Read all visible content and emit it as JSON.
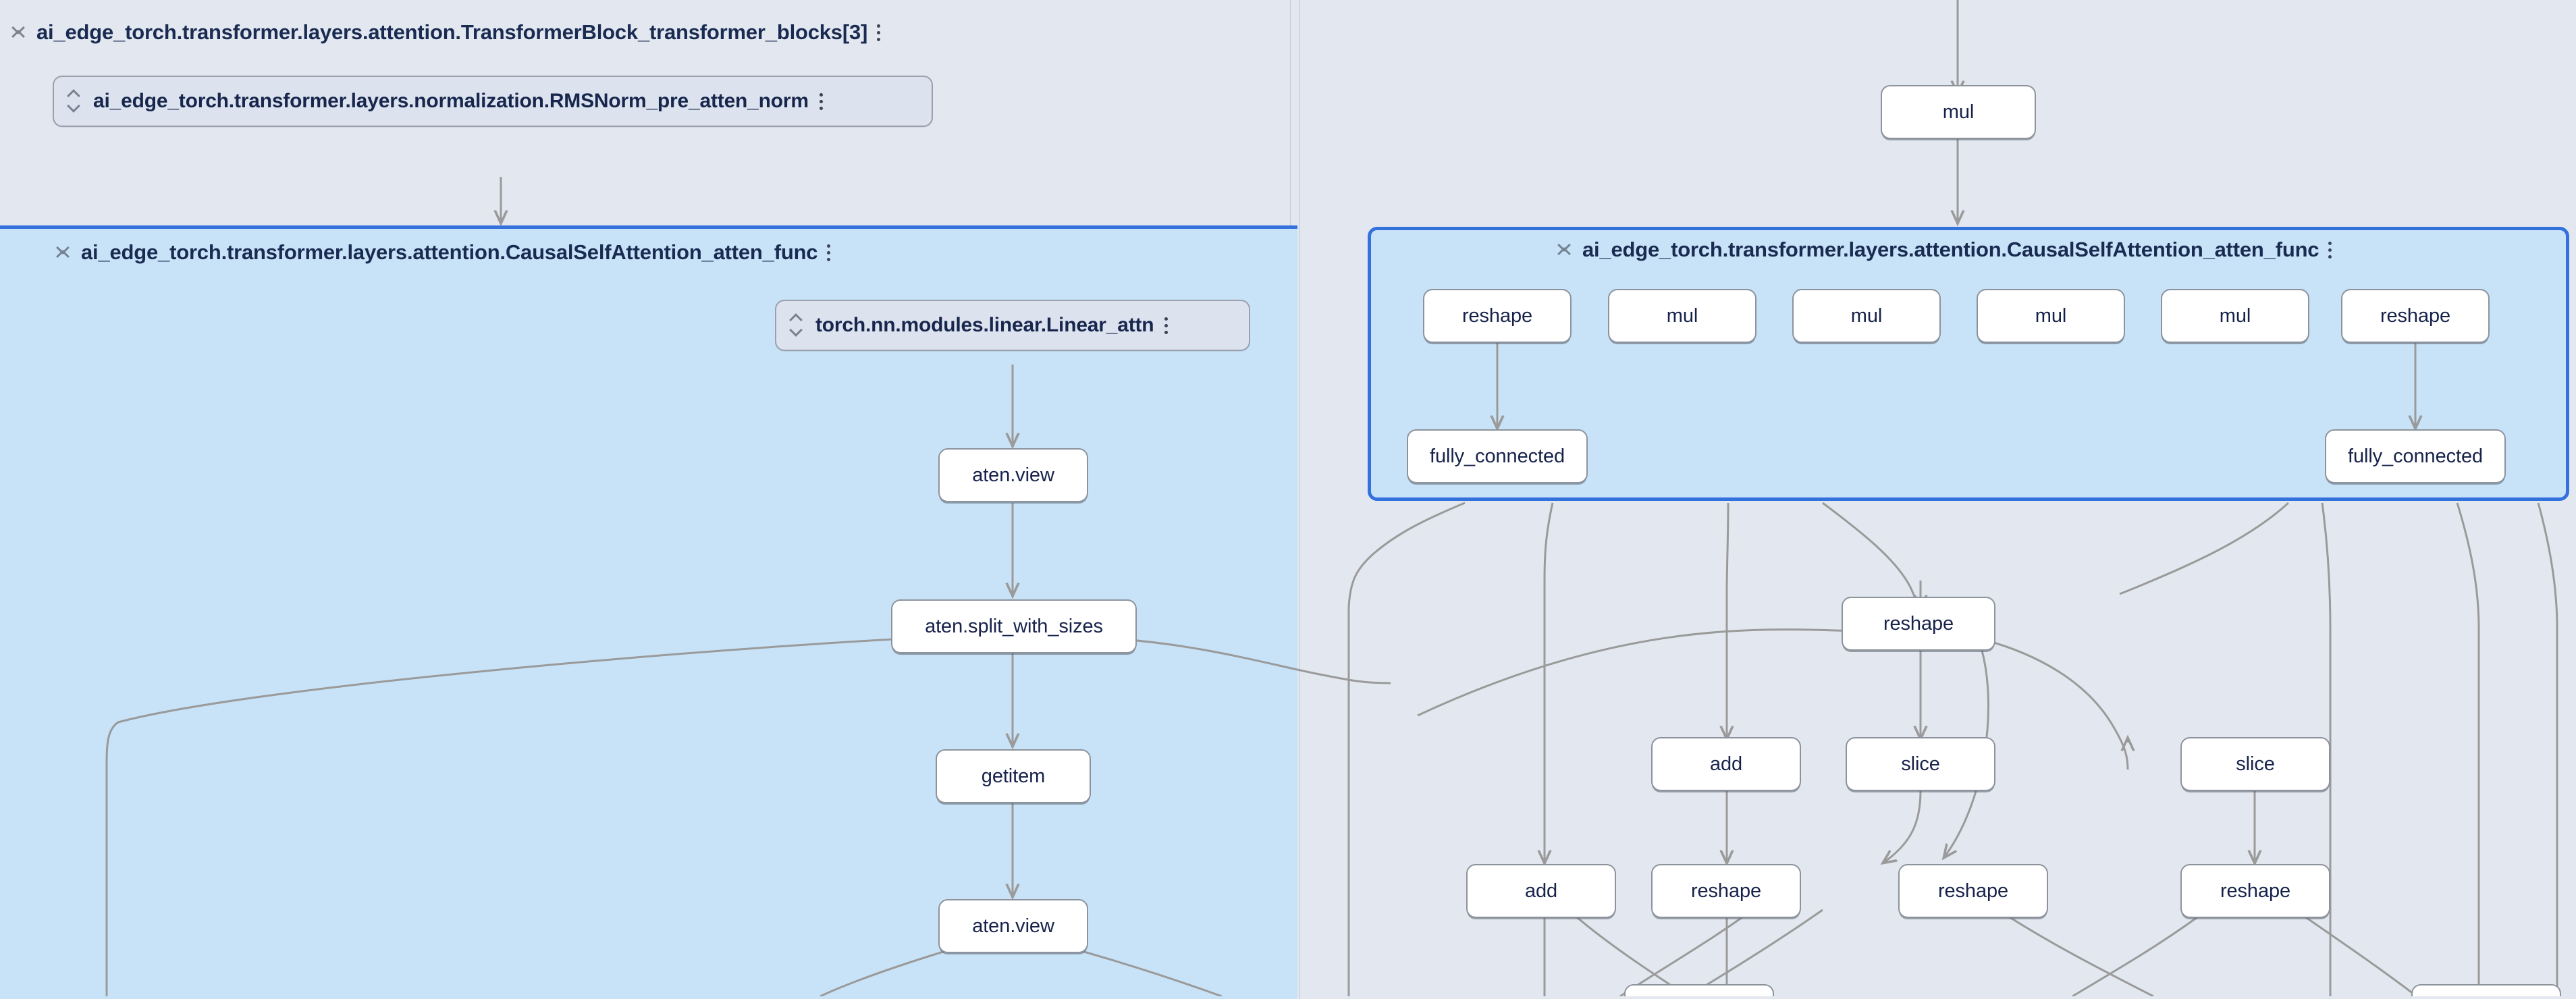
{
  "app": {
    "name": "model-graph-explorer",
    "canvas_background": "#e3e8f0",
    "selected_group_fill": "#c8e3f8",
    "selection_stroke": "#3372dc",
    "node_fill": "#ffffff",
    "node_stroke": "#8d939d",
    "edge_color": "#9a9a9a",
    "text_color": "#16224a"
  },
  "groups": [
    {
      "id": "transformer-block",
      "label": "ai_edge_torch.transformer.layers.attention.TransformerBlock_transformer_blocks[3]",
      "collapse_icon": "collapse-icon",
      "menu_icon": "more-vertical-icon",
      "state": "expanded",
      "selected": false
    },
    {
      "id": "causal-self-attention-left",
      "label": "ai_edge_torch.transformer.layers.attention.CausalSelfAttention_atten_func",
      "collapse_icon": "collapse-icon",
      "menu_icon": "more-vertical-icon",
      "state": "expanded",
      "selected": true
    },
    {
      "id": "causal-self-attention-right",
      "label": "ai_edge_torch.transformer.layers.attention.CausalSelfAttention_atten_func",
      "collapse_icon": "collapse-icon",
      "menu_icon": "more-vertical-icon",
      "state": "expanded",
      "selected": true
    }
  ],
  "pills": [
    {
      "id": "rmsnorm",
      "label": "ai_edge_torch.transformer.layers.normalization.RMSNorm_pre_atten_norm",
      "expand_icon": "expand-icon",
      "menu_icon": "more-vertical-icon"
    },
    {
      "id": "linear-attn",
      "label": "torch.nn.modules.linear.Linear_attn",
      "expand_icon": "expand-icon",
      "menu_icon": "more-vertical-icon"
    }
  ],
  "nodes": [
    {
      "id": "n-mul-top",
      "label": "mul"
    },
    {
      "id": "n-reshape-l",
      "label": "reshape"
    },
    {
      "id": "n-mul-1",
      "label": "mul"
    },
    {
      "id": "n-mul-2",
      "label": "mul"
    },
    {
      "id": "n-mul-3",
      "label": "mul"
    },
    {
      "id": "n-mul-4",
      "label": "mul"
    },
    {
      "id": "n-reshape-r",
      "label": "reshape"
    },
    {
      "id": "n-fc-l",
      "label": "fully_connected"
    },
    {
      "id": "n-fc-r",
      "label": "fully_connected"
    },
    {
      "id": "n-aten-view-1",
      "label": "aten.view"
    },
    {
      "id": "n-split",
      "label": "aten.split_with_sizes"
    },
    {
      "id": "n-getitem",
      "label": "getitem"
    },
    {
      "id": "n-aten-view-2",
      "label": "aten.view"
    },
    {
      "id": "n-reshape-mid",
      "label": "reshape"
    },
    {
      "id": "n-add-1",
      "label": "add"
    },
    {
      "id": "n-slice-1",
      "label": "slice"
    },
    {
      "id": "n-slice-2",
      "label": "slice"
    },
    {
      "id": "n-add-2",
      "label": "add"
    },
    {
      "id": "n-reshape-b1",
      "label": "reshape"
    },
    {
      "id": "n-reshape-b2",
      "label": "reshape"
    },
    {
      "id": "n-reshape-b3",
      "label": "reshape"
    },
    {
      "id": "n-clipped-1",
      "label": ""
    },
    {
      "id": "n-clipped-2",
      "label": ""
    }
  ]
}
